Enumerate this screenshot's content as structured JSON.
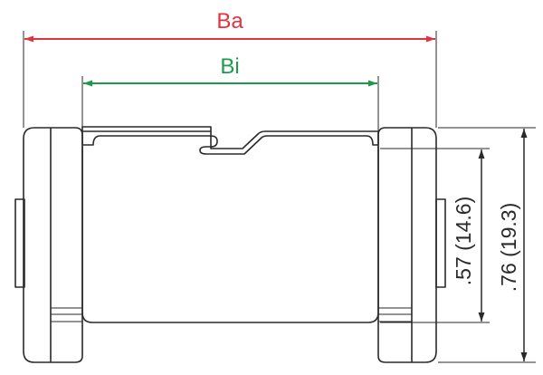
{
  "colors": {
    "outer_dimension": "#e2333d",
    "inner_dimension": "#1f9a4b",
    "drawing": "#2a2a2a"
  },
  "dimensions": {
    "outer_width_label": "Ba",
    "inner_width_label": "Bi",
    "inner_height_label": ".57 (14.6)",
    "outer_height_label": ".76 (19.3)"
  }
}
